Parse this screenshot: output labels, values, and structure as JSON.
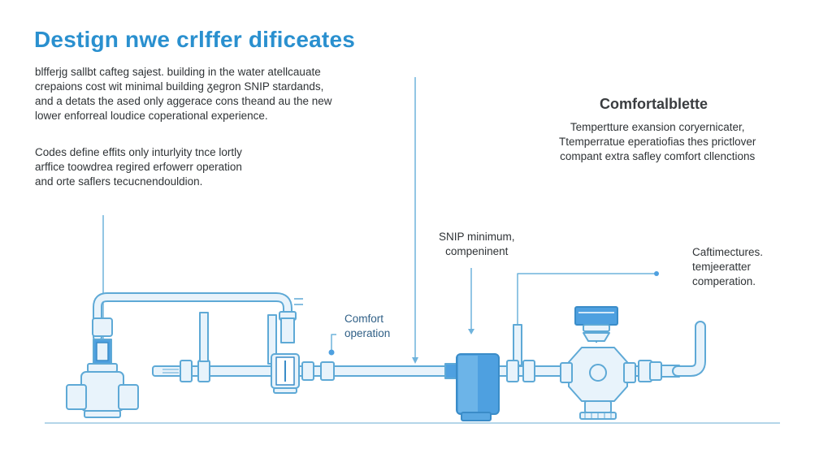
{
  "title": "Destign nwe crlffer dificeates",
  "intro_lines": [
    "blfferjg sallbt cafteg sajest. building in the water atellcauate",
    "crepaions cost wit minimal building ᵹegron SNIP stardands,",
    "and a detats the ased only aggerace cons theand au the new",
    "lower enforreal loudice coperational experience."
  ],
  "codes_lines": [
    "Codes define effits only inturlyity tnce lortly",
    "arffice toowdrea regired erfowerr operation",
    "and orte saflers tecucnendouldion."
  ],
  "right_heading": "Comfortalblette",
  "right_lines": [
    "Tempertture exansion coryernicater,",
    "Ttemperratue eperatiofias thes prictlover",
    "compant extra safley comfort cllenctions"
  ],
  "labels": {
    "snip_line1": "SNIP minimum,",
    "snip_line2": "compeninent",
    "comfort_line1": "Comfort",
    "comfort_line2": "operation",
    "caf_line1": "Caftimectures.",
    "caf_line2": "temjeeratter",
    "caf_line3": "comperation."
  },
  "colors": {
    "title": "#2a90cf",
    "pipe_stroke": "#5ea9d6",
    "pipe_fill": "#e8f3fb",
    "accent_fill": "#4ea0e0",
    "leader_line": "#6fb3dc"
  }
}
